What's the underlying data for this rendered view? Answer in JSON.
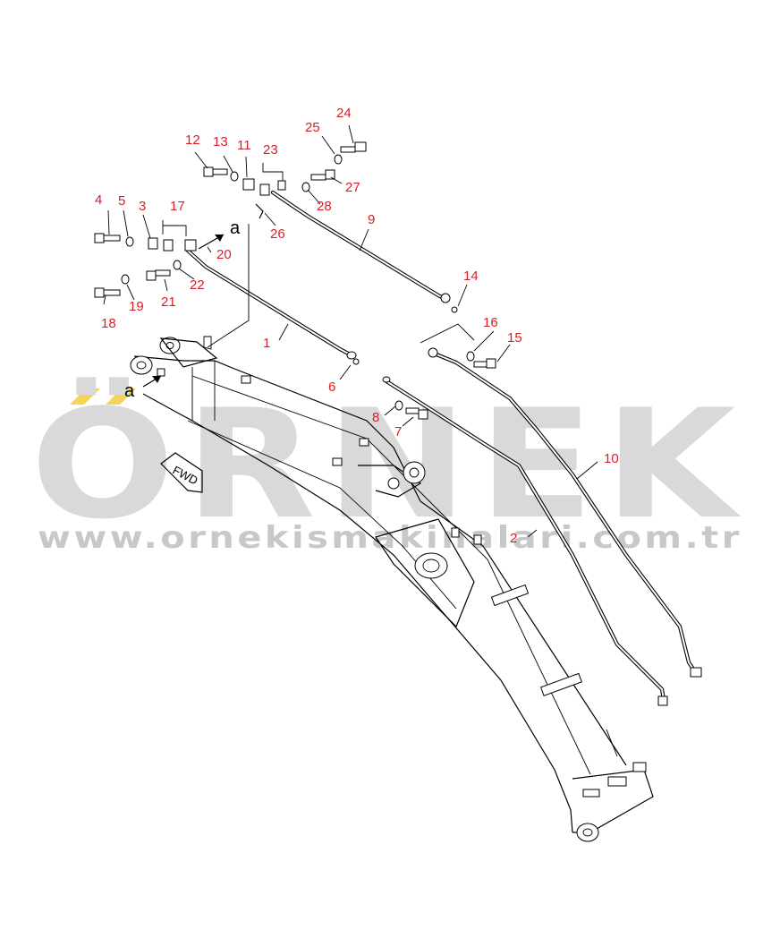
{
  "watermark": {
    "brand": "ÖRNEK",
    "url": "www.ornekismakinalari.com.tr",
    "accent": "#f5d45a",
    "gray": "#d9d9d9"
  },
  "diagram": {
    "direction_label": "FWD",
    "reference_label": "a",
    "callout_color": "#d81f26",
    "callouts": [
      "1",
      "2",
      "3",
      "4",
      "5",
      "6",
      "7",
      "8",
      "9",
      "10",
      "11",
      "12",
      "13",
      "14",
      "15",
      "16",
      "17",
      "18",
      "19",
      "20",
      "21",
      "22",
      "23",
      "24",
      "25",
      "26",
      "27",
      "28"
    ]
  }
}
